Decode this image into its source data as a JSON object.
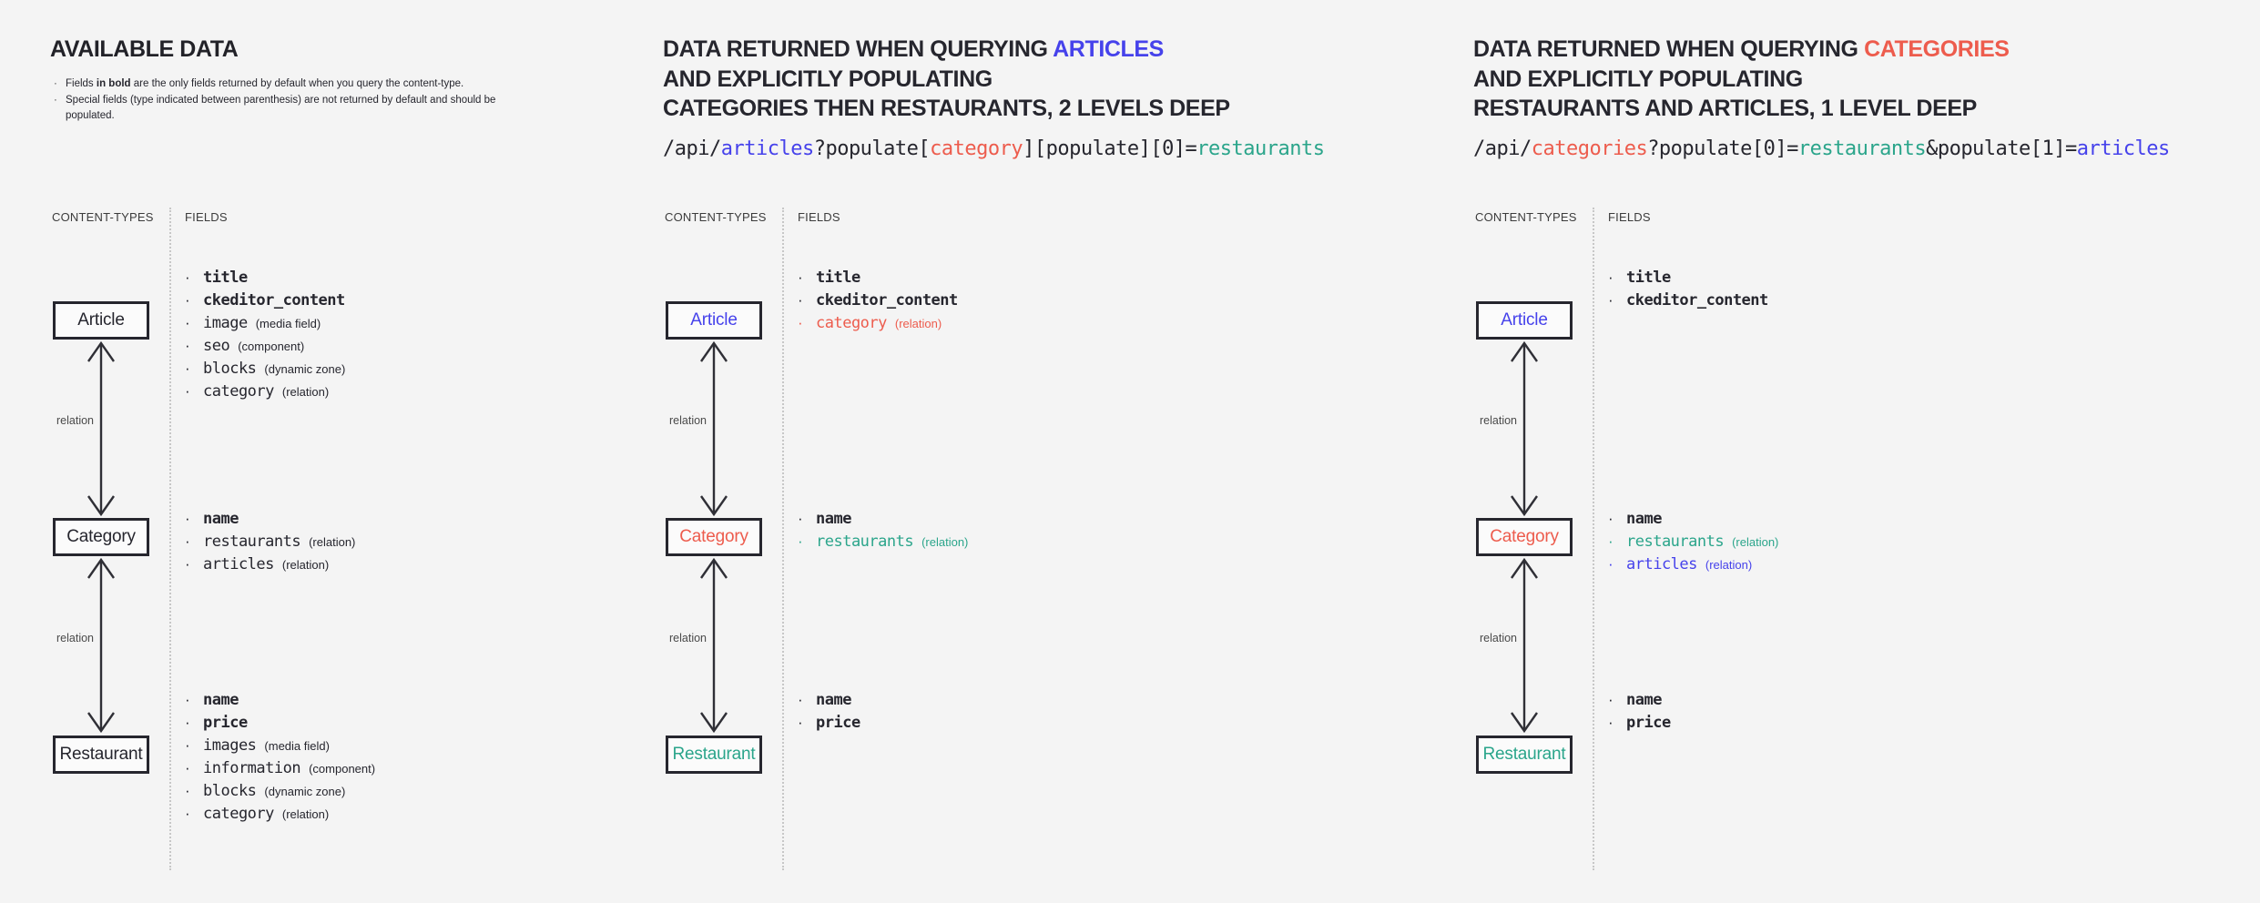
{
  "colors": {
    "dark": "#26262e",
    "blue": "#4642eb",
    "red": "#ed5c4d",
    "teal": "#2ba58b"
  },
  "labels": {
    "content_types": "CONTENT-TYPES",
    "fields": "FIELDS",
    "relation": "relation",
    "note_bullet": "·"
  },
  "panels": [
    {
      "title": "AVAILABLE DATA",
      "notes": [
        {
          "segments": [
            {
              "t": "Fields "
            },
            {
              "t": "in bold",
              "b": true
            },
            {
              "t": " are the only fields returned by default when you query the content-type."
            }
          ]
        },
        {
          "segments": [
            {
              "t": "Special fields (type indicated between parenthesis) are not returned by default and should be populated."
            }
          ]
        }
      ],
      "nodes": [
        {
          "label": "Article",
          "color": "dark",
          "fields": [
            {
              "name": "title",
              "bold": true
            },
            {
              "name": "ckeditor_content",
              "bold": true
            },
            {
              "name": "image",
              "type": "(media field)"
            },
            {
              "name": "seo",
              "type": "(component)"
            },
            {
              "name": "blocks",
              "type": "(dynamic zone)"
            },
            {
              "name": "category",
              "type": "(relation)"
            }
          ]
        },
        {
          "label": "Category",
          "color": "dark",
          "fields": [
            {
              "name": "name",
              "bold": true
            },
            {
              "name": "restaurants",
              "type": "(relation)"
            },
            {
              "name": "articles",
              "type": "(relation)"
            }
          ]
        },
        {
          "label": "Restaurant",
          "color": "dark",
          "fields": [
            {
              "name": "name",
              "bold": true
            },
            {
              "name": "price",
              "bold": true
            },
            {
              "name": "images",
              "type": "(media field)"
            },
            {
              "name": "information",
              "type": "(component)"
            },
            {
              "name": "blocks",
              "type": "(dynamic zone)"
            },
            {
              "name": "category",
              "type": "(relation)"
            }
          ]
        }
      ]
    },
    {
      "title_lines": [
        [
          {
            "t": "DATA RETURNED WHEN QUERYING "
          },
          {
            "t": "ARTICLES",
            "c": "blue"
          }
        ],
        [
          {
            "t": "AND EXPLICITLY POPULATING"
          }
        ],
        [
          {
            "t": "CATEGORIES THEN RESTAURANTS, 2 LEVELS DEEP"
          }
        ]
      ],
      "url_segments": [
        {
          "t": "/api/"
        },
        {
          "t": "articles",
          "c": "blue"
        },
        {
          "t": "?populate["
        },
        {
          "t": "category",
          "c": "red"
        },
        {
          "t": "][populate][0]="
        },
        {
          "t": "restaurants",
          "c": "teal"
        }
      ],
      "nodes": [
        {
          "label": "Article",
          "color": "blue",
          "fields": [
            {
              "name": "title",
              "bold": true
            },
            {
              "name": "ckeditor_content",
              "bold": true
            },
            {
              "name": "category",
              "type": "(relation)",
              "c": "red"
            }
          ]
        },
        {
          "label": "Category",
          "color": "red",
          "fields": [
            {
              "name": "name",
              "bold": true
            },
            {
              "name": "restaurants",
              "type": "(relation)",
              "c": "teal"
            }
          ]
        },
        {
          "label": "Restaurant",
          "color": "teal",
          "fields": [
            {
              "name": "name",
              "bold": true
            },
            {
              "name": "price",
              "bold": true
            }
          ]
        }
      ]
    },
    {
      "title_lines": [
        [
          {
            "t": "DATA RETURNED WHEN QUERYING "
          },
          {
            "t": "CATEGORIES",
            "c": "red"
          }
        ],
        [
          {
            "t": "AND EXPLICITLY POPULATING"
          }
        ],
        [
          {
            "t": "RESTAURANTS AND ARTICLES, 1 LEVEL DEEP"
          }
        ]
      ],
      "url_segments": [
        {
          "t": "/api/"
        },
        {
          "t": "categories",
          "c": "red"
        },
        {
          "t": "?populate[0]="
        },
        {
          "t": "restaurants",
          "c": "teal"
        },
        {
          "t": "&populate[1]="
        },
        {
          "t": "articles",
          "c": "blue"
        }
      ],
      "nodes": [
        {
          "label": "Article",
          "color": "blue",
          "fields": [
            {
              "name": "title",
              "bold": true
            },
            {
              "name": "ckeditor_content",
              "bold": true
            }
          ]
        },
        {
          "label": "Category",
          "color": "red",
          "fields": [
            {
              "name": "name",
              "bold": true
            },
            {
              "name": "restaurants",
              "type": "(relation)",
              "c": "teal"
            },
            {
              "name": "articles",
              "type": "(relation)",
              "c": "blue"
            }
          ]
        },
        {
          "label": "Restaurant",
          "color": "teal",
          "fields": [
            {
              "name": "name",
              "bold": true
            },
            {
              "name": "price",
              "bold": true
            }
          ]
        }
      ]
    }
  ]
}
